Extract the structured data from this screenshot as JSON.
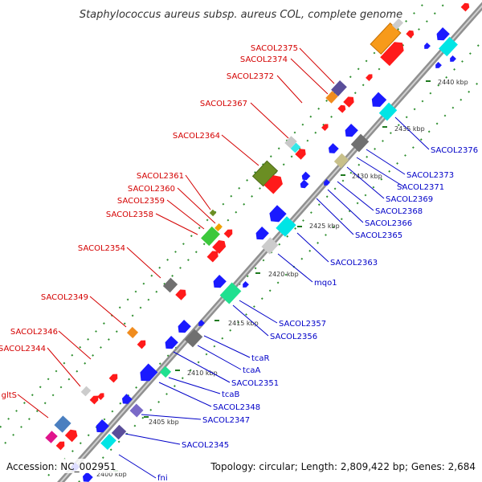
{
  "title": "Staphylococcus aureus subsp. aureus COL, complete genome",
  "footer": {
    "accession": "Accession: NC_002951",
    "stats": "Topology: circular; Length: 2,809,422 bp; Genes: 2,684"
  },
  "colors": {
    "backbone": "#8c8c8c",
    "dots": "#2f8f2f",
    "forward_label": "#d40000",
    "reverse_label": "#0000c8",
    "forward_arrow": "#ff1a1a",
    "reverse_arrow": "#1a1aff"
  },
  "kbp_labels": [
    "2400 kbp",
    "2405 kbp",
    "2410 kbp",
    "2415 kbp",
    "2420 kbp",
    "2425 kbp",
    "2430 kbp",
    "2435 kbp",
    "2440 kbp"
  ],
  "red_labels": [
    "SACOL2375",
    "SACOL2374",
    "SACOL2372",
    "SACOL2367",
    "SACOL2364",
    "SACOL2361",
    "SACOL2360",
    "SACOL2359",
    "SACOL2358",
    "SACOL2354",
    "SACOL2349",
    "SACOL2346",
    "SACOL2344",
    "gltS"
  ],
  "blue_labels": [
    "SACOL2376",
    "SACOL2373",
    "SACOL2371",
    "SACOL2369",
    "SACOL2368",
    "SACOL2366",
    "SACOL2365",
    "SACOL2363",
    "mqo1",
    "SACOL2357",
    "SACOL2356",
    "tcaR",
    "tcaA",
    "SACOL2351",
    "tcaB",
    "SACOL2348",
    "SACOL2347",
    "SACOL2345",
    "fni"
  ]
}
